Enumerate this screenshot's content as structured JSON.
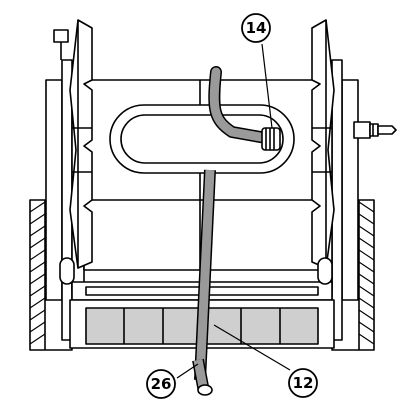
{
  "callouts": [
    {
      "id": "c14",
      "label": "14"
    },
    {
      "id": "c26",
      "label": "26"
    },
    {
      "id": "c12",
      "label": "12"
    }
  ],
  "colors": {
    "line": "#000000",
    "hose": "#9a9a9a",
    "tray": "#cfcfcf",
    "paper": "#ffffff"
  },
  "icons": {
    "connector": "hose-connector-icon",
    "reel": "reel-drum-icon"
  }
}
